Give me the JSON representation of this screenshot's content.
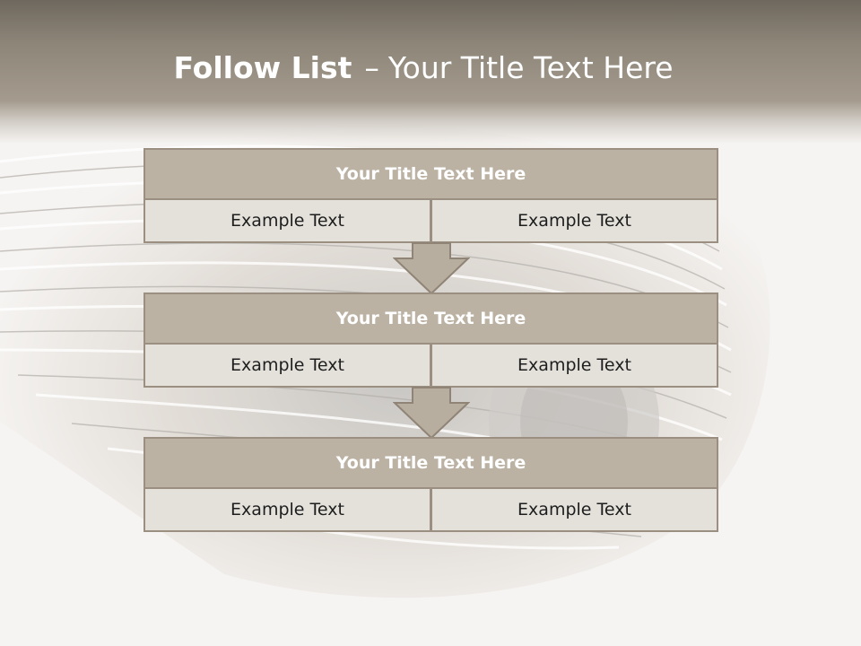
{
  "slide": {
    "title_bold": "Follow List",
    "title_dash": "–",
    "title_rest": "Your Title Text Here"
  },
  "blocks": [
    {
      "title": "Your Title Text Here",
      "left": "Example Text",
      "right": "Example Text"
    },
    {
      "title": "Your Title Text Here",
      "left": "Example Text",
      "right": "Example Text"
    },
    {
      "title": "Your Title Text Here",
      "left": "Example Text",
      "right": "Example Text"
    }
  ],
  "colors": {
    "header_fill": "#bcb2a4",
    "cell_fill": "#e4e1db",
    "border": "#9a8f80",
    "arrow_fill": "#b8ae9f"
  }
}
